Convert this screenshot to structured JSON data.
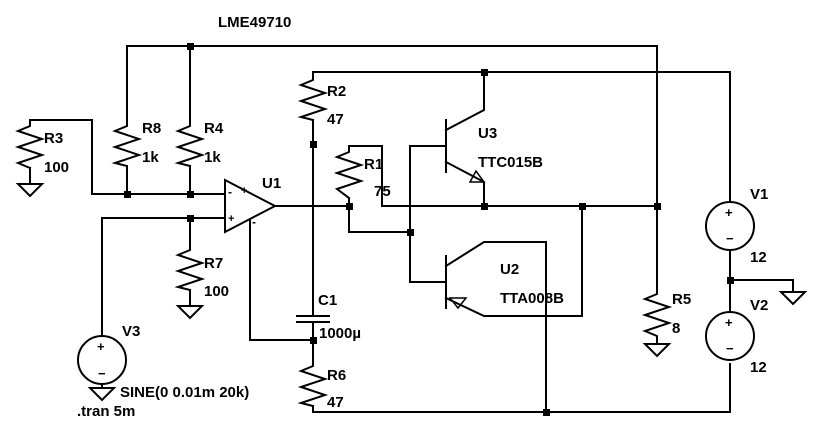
{
  "title": "LME49710",
  "components": {
    "r3": {
      "ref": "R3",
      "value": "100"
    },
    "r8": {
      "ref": "R8",
      "value": "1k"
    },
    "r4": {
      "ref": "R4",
      "value": "1k"
    },
    "r7": {
      "ref": "R7",
      "value": "100"
    },
    "r2": {
      "ref": "R2",
      "value": "47"
    },
    "r1": {
      "ref": "R1",
      "value": "75"
    },
    "r5": {
      "ref": "R5",
      "value": "8"
    },
    "r6": {
      "ref": "R6",
      "value": "47"
    },
    "c1": {
      "ref": "C1",
      "value": "1000µ"
    },
    "u1": {
      "ref": "U1",
      "plus": "+",
      "minus": "-"
    },
    "u2": {
      "ref": "U2",
      "value": "TTA008B"
    },
    "u3": {
      "ref": "U3",
      "value": "TTC015B"
    },
    "v1": {
      "ref": "V1",
      "value": "12"
    },
    "v2": {
      "ref": "V2",
      "value": "12"
    },
    "v3": {
      "ref": "V3",
      "value": "SINE(0 0.01m 20k)"
    }
  },
  "directive": ".tran 5m",
  "source_polarity": {
    "plus": "+",
    "minus": "−"
  }
}
